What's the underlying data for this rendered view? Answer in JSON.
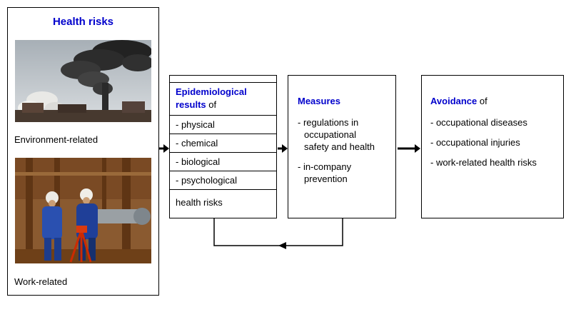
{
  "colors": {
    "accent_blue": "#0000cc"
  },
  "left_box": {
    "title": "Health risks",
    "environment_label": "Environment-related",
    "work_label": "Work-related"
  },
  "epi_box": {
    "title_line1": "Epidemiological",
    "title_line2_accent": "results",
    "title_line2_plain": "of",
    "items": [
      "- physical",
      "- chemical",
      "- biological",
      "- psychological"
    ],
    "footer": "health risks"
  },
  "measures_box": {
    "title": "Measures",
    "items": [
      "- regulations in occupational safety and health",
      "- in-company prevention"
    ]
  },
  "avoidance_box": {
    "title_accent": "Avoidance",
    "title_plain": "of",
    "items": [
      "- occupational diseases",
      "- occupational injuries",
      "- work-related health risks"
    ]
  }
}
